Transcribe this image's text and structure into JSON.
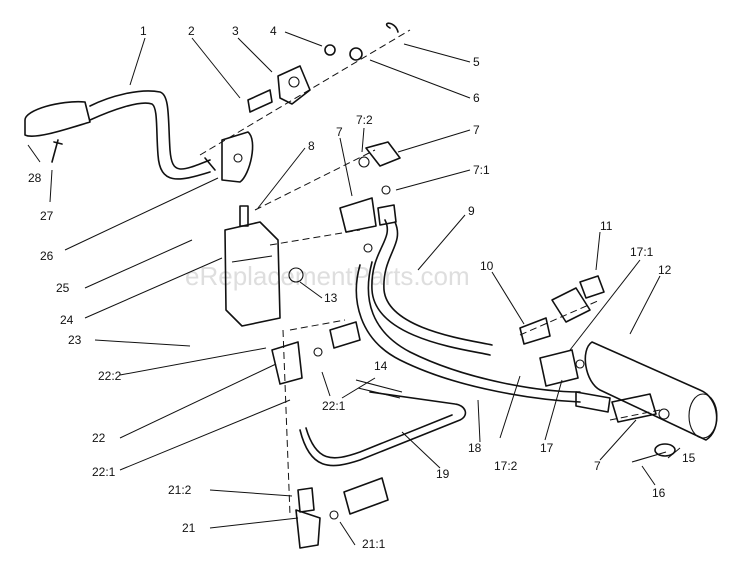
{
  "watermark": "eReplacementParts.com",
  "callouts": [
    "1",
    "2",
    "3",
    "4",
    "5",
    "6",
    "7",
    "7:2",
    "7",
    "7:1",
    "8",
    "9",
    "10",
    "11",
    "17:1",
    "12",
    "13",
    "14",
    "15",
    "16",
    "17",
    "17:2",
    "18",
    "19",
    "21:1",
    "21",
    "21:2",
    "22:1",
    "22",
    "22:2",
    "22:1",
    "23",
    "24",
    "25",
    "26",
    "27",
    "28",
    "7"
  ]
}
